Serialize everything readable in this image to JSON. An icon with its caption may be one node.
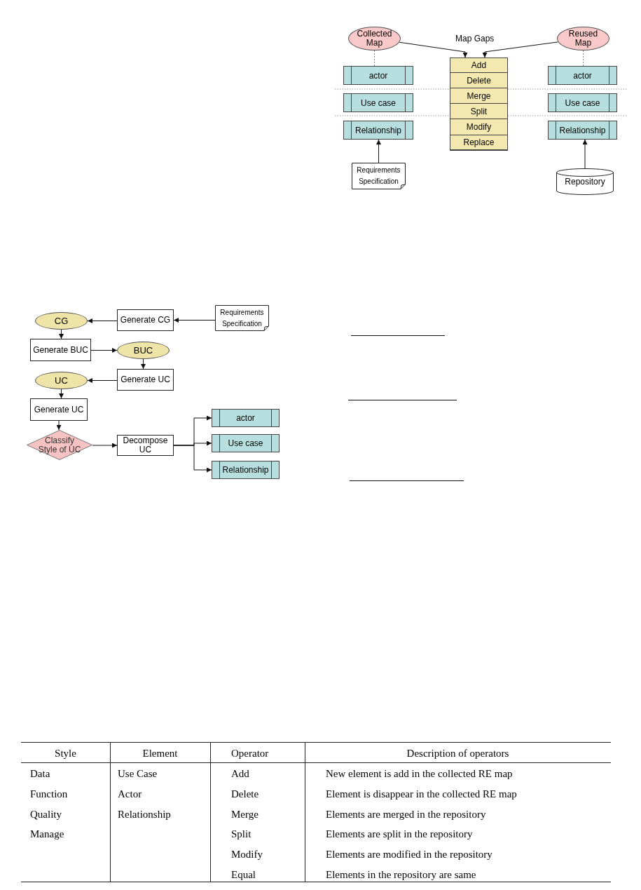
{
  "diagram": {
    "nodes": [
      {
        "text": [
          "Collected Map"
        ]
      },
      {
        "text": [],
        "shape": "box"
      },
      {
        "text": [
          "Reused Map"
        ]
      },
      {
        "text": [
          "Add"
        ],
        "in": 1
      },
      {
        "text": [
          "Delete"
        ],
        "in": 1
      },
      {
        "text": [
          "Merge"
        ],
        "in": 1
      },
      {
        "text": [
          "Split"
        ],
        "in": 1
      },
      {
        "text": [
          "Modify"
        ],
        "in": 1
      },
      {
        "text": [
          "Replace"
        ],
        "in": 1
      },
      {
        "text": [
          "actor"
        ]
      },
      {
        "text": [
          "actor"
        ]
      },
      {
        "text": [
          "Use case"
        ]
      },
      {
        "text": [
          "Use case"
        ]
      },
      {
        "text": [
          "Relationship"
        ]
      },
      {
        "text": [
          "Relationship"
        ]
      },
      {
        "text": [
          "Requirements Specification"
        ]
      },
      {
        "text": [
          "Repository"
        ]
      },
      {
        "text": [
          "CG"
        ]
      },
      {
        "text": [
          "Generate CG"
        ]
      },
      {
        "text": [
          "Requirements Specification"
        ]
      },
      {
        "text": [
          "Generate BUC"
        ]
      },
      {
        "text": [
          "BUC"
        ]
      },
      {
        "text": [
          "Generate UC"
        ]
      },
      {
        "text": [
          "UC"
        ]
      },
      {
        "text": [
          "Generate UC"
        ]
      },
      {
        "text": [
          "Classify Style of UC"
        ]
      },
      {
        "text": [
          "Decompose UC"
        ]
      },
      {
        "text": [
          "actor"
        ]
      },
      {
        "text": [
          "Use case"
        ]
      },
      {
        "text": [
          "Relationship"
        ]
      }
    ],
    "edges": [
      {
        "from": 0,
        "to": 1,
        "arrow": "to"
      },
      {
        "from": 2,
        "to": 1,
        "arrow": "to"
      },
      {
        "from": 0,
        "to": 9,
        "arrow": "none",
        "style": "dashed",
        "color": "#888888"
      },
      {
        "from": 2,
        "to": 10,
        "arrow": "none",
        "style": "dashed",
        "color": "#888888"
      },
      {
        "from": 15,
        "to": 13,
        "arrow": "to"
      },
      {
        "from": 16,
        "to": 14,
        "arrow": "to"
      },
      {
        "from": 19,
        "to": 18,
        "arrow": "to"
      },
      {
        "from": 18,
        "to": 17,
        "arrow": "to"
      },
      {
        "from": 17,
        "to": 20,
        "arrow": "to"
      },
      {
        "from": 20,
        "to": 21,
        "arrow": "to"
      },
      {
        "from": 21,
        "to": 22,
        "arrow": "to"
      },
      {
        "from": 22,
        "to": 23,
        "arrow": "to"
      },
      {
        "from": 23,
        "to": 24,
        "arrow": "to"
      },
      {
        "from": 24,
        "to": 25,
        "arrow": "to"
      },
      {
        "from": 25,
        "to": 26,
        "arrow": "to"
      },
      {
        "from": 26,
        "to": 27,
        "arrow": "to"
      },
      {
        "from": 26,
        "to": 28,
        "arrow": "to"
      },
      {
        "from": 26,
        "to": 29,
        "arrow": "to"
      }
    ],
    "labels": [
      "Map Gaps",
      "Style",
      "Element",
      "Operator",
      "Description of operators",
      "Data",
      "Use Case",
      "Add",
      "New element is add in the collected RE map",
      "Function",
      "Actor",
      "Delete",
      "Element is disappear in the collected RE map",
      "Quality",
      "Relationship",
      "Merge",
      "Elements are merged in the repository",
      "Manage",
      "Split",
      "Elements are split in the repository",
      "Modify",
      "Elements are modified in the repository",
      "Equal",
      "Elements in the repository are same"
    ]
  }
}
